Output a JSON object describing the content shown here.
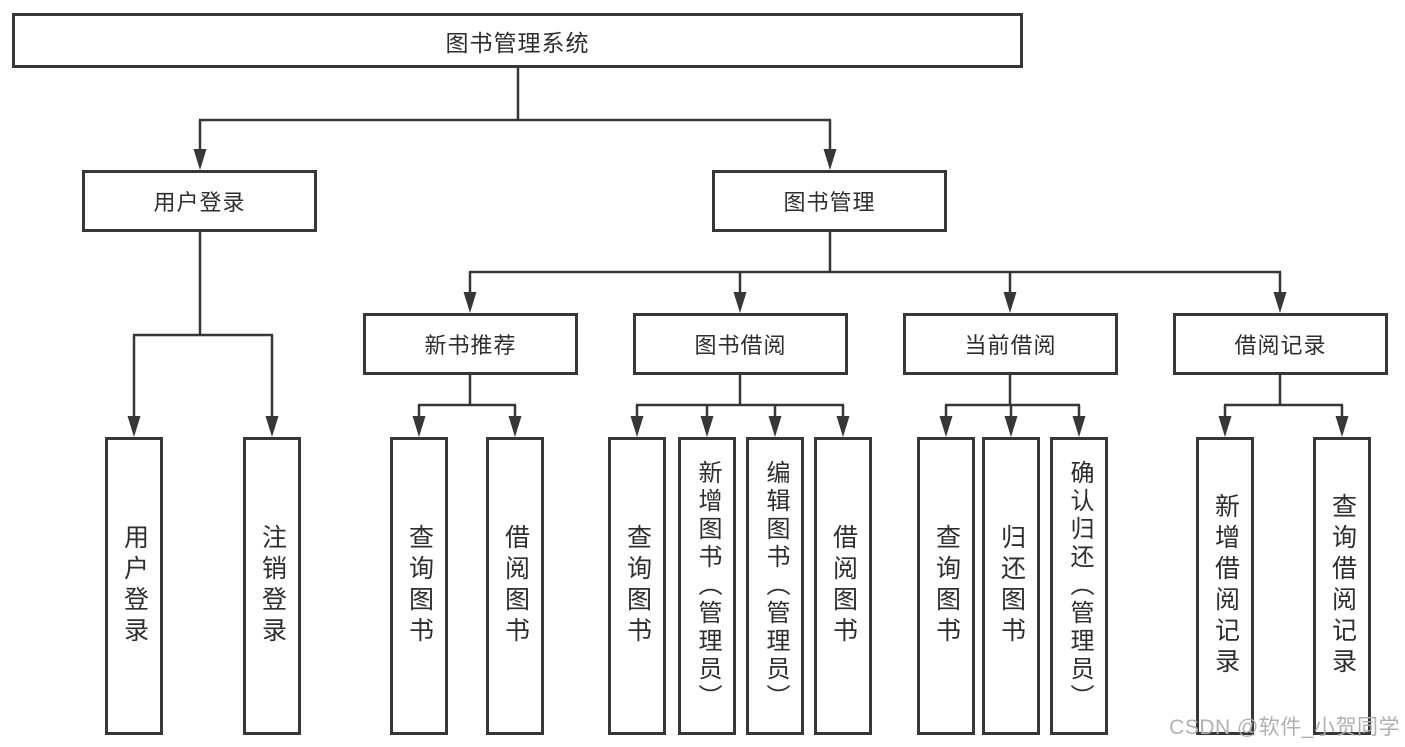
{
  "diagram_title": "图书管理系统",
  "nodes": {
    "root": "图书管理系统",
    "user_login": "用户登录",
    "book_management": "图书管理",
    "new_book_recommend": "新书推荐",
    "book_borrowing": "图书借阅",
    "current_borrowing": "当前借阅",
    "borrow_records": "借阅记录",
    "leaf_user_login": "用户登录",
    "leaf_logout": "注销登录",
    "leaf_query_books_recommend": "查询图书",
    "leaf_borrow_books_recommend": "借阅图书",
    "leaf_query_books_borrowing": "查询图书",
    "leaf_add_books_admin": "新增图书（管理员）",
    "leaf_edit_books_admin": "编辑图书（管理员）",
    "leaf_borrow_books_borrowing": "借阅图书",
    "leaf_query_books_current": "查询图书",
    "leaf_return_books": "归还图书",
    "leaf_confirm_return_admin": "确认归还（管理员）",
    "leaf_add_borrow_record": "新增借阅记录",
    "leaf_query_borrow_record": "查询借阅记录"
  },
  "hierarchy": {
    "图书管理系统": {
      "用户登录": [
        "用户登录",
        "注销登录"
      ],
      "图书管理": {
        "新书推荐": [
          "查询图书",
          "借阅图书"
        ],
        "图书借阅": [
          "查询图书",
          "新增图书（管理员）",
          "编辑图书（管理员）",
          "借阅图书"
        ],
        "当前借阅": [
          "查询图书",
          "归还图书",
          "确认归还（管理员）"
        ],
        "借阅记录": [
          "新增借阅记录",
          "查询借阅记录"
        ]
      }
    }
  },
  "watermark": "CSDN @软件_小贺同学",
  "colors": {
    "line": "#373737",
    "box_border": "#373737",
    "text": "#2e2e2e",
    "watermark": "#b2afb2",
    "background": "#ffffff"
  }
}
